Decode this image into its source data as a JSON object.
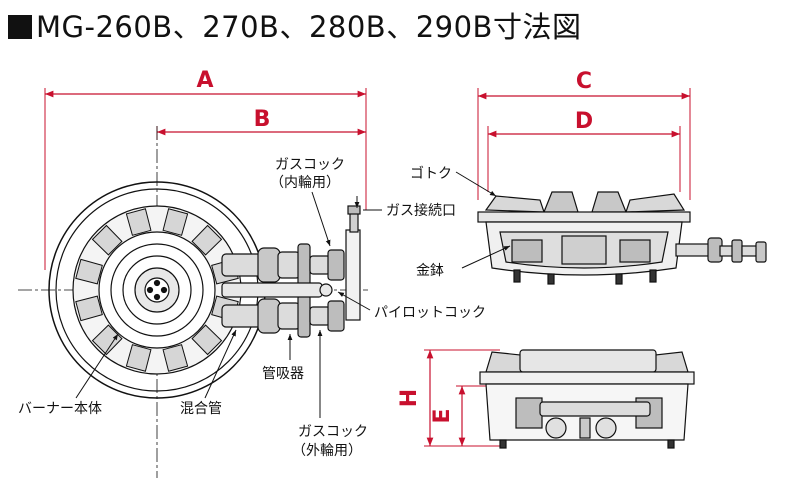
{
  "title": "MG-260B、270B、280B、290B寸法図",
  "dimensions": {
    "a": "A",
    "b": "B",
    "c": "C",
    "d": "D",
    "h": "H",
    "e": "E"
  },
  "labels": {
    "gas_cock_inner_1": "ガスコック",
    "gas_cock_inner_2": "（内輪用）",
    "gas_inlet": "ガス接続口",
    "pilot_cock": "パイロットコック",
    "suction": "管吸器",
    "burner_body": "バーナー本体",
    "mixing_tube": "混合管",
    "gas_cock_outer_1": "ガスコック",
    "gas_cock_outer_2": "（外輪用）",
    "gotoku": "ゴトク",
    "bowl": "金鉢"
  },
  "colors": {
    "dimension": "#c8102e",
    "line": "#111111",
    "fill_light": "#e8e8e8",
    "fill_mid": "#bdbdbd"
  }
}
